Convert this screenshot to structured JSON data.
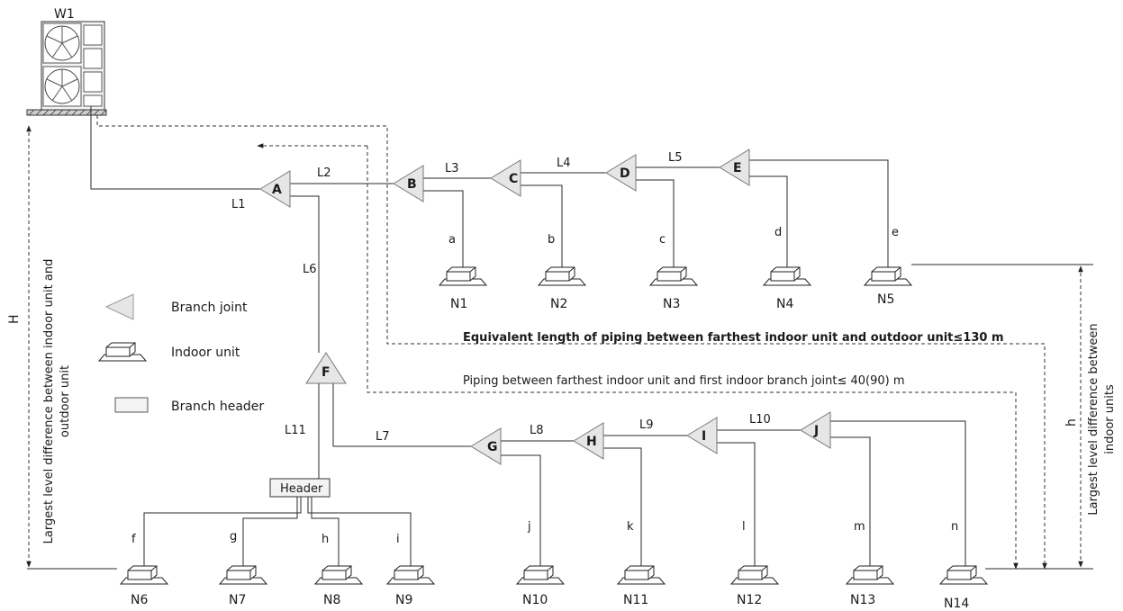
{
  "outdoor_unit": "W1",
  "joints": [
    "A",
    "B",
    "C",
    "D",
    "E",
    "F",
    "G",
    "H",
    "I",
    "J"
  ],
  "pipe_labels": {
    "main": [
      "L1",
      "L2",
      "L3",
      "L4",
      "L5",
      "L6",
      "L7",
      "L8",
      "L9",
      "L10",
      "L11"
    ],
    "branch": [
      "a",
      "b",
      "c",
      "d",
      "e",
      "f",
      "g",
      "h",
      "i",
      "j",
      "k",
      "l",
      "m",
      "n"
    ]
  },
  "indoor_units": [
    "N1",
    "N2",
    "N3",
    "N4",
    "N5",
    "N6",
    "N7",
    "N8",
    "N9",
    "N10",
    "N11",
    "N12",
    "N13",
    "N14"
  ],
  "header_label": "Header",
  "legend": {
    "branch_joint": "Branch joint",
    "indoor_unit": "Indoor unit",
    "branch_header": "Branch header"
  },
  "annotations": {
    "equivalent_length": "Equivalent length of piping between farthest indoor unit and outdoor unit≤130 m",
    "first_joint": "Piping between  farthest indoor unit and first indoor branch joint≤ 40(90) m",
    "H_label": "H",
    "H_line1": "Largest level difference between indoor unit and",
    "H_line2": "outdoor unit",
    "h_label": "h",
    "h_line1": "Largest level difference between",
    "h_line2": "indoor units"
  }
}
